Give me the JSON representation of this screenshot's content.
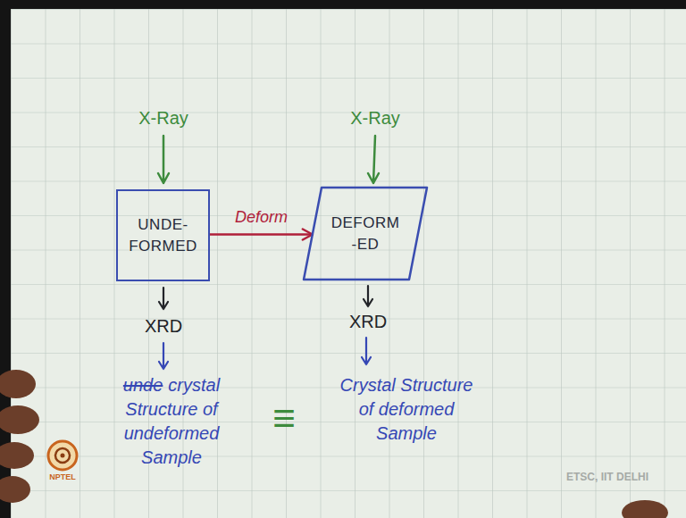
{
  "diagram": {
    "nodes": [
      {
        "text": [
          "UNDE- FORMED"
        ]
      },
      {
        "text": [
          "DEFORM -ED"
        ]
      }
    ],
    "edges": [
      {
        "from": 0,
        "to": 1,
        "label": "Deform",
        "arrow": "to"
      }
    ],
    "labels": [
      "X-Ray",
      "X-Ray",
      "XRD",
      "XRD",
      "unde",
      "crystal Structure of undeformed Sample",
      "Crystal Structure of deformed Sample",
      "≡",
      "NPTEL",
      "ETSC, IIT DELHI"
    ]
  }
}
